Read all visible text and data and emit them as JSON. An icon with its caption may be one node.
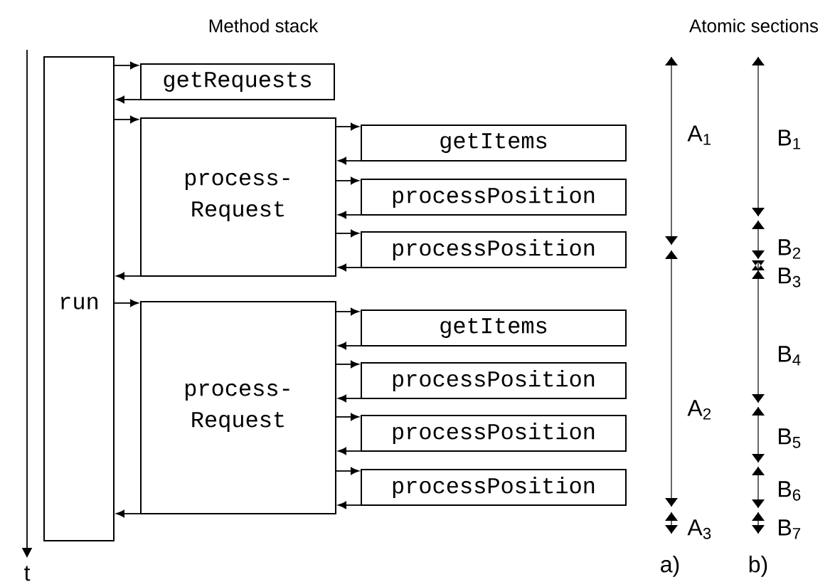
{
  "diagram": {
    "nodes": [
      {
        "text": [
          "run"
        ]
      },
      {
        "text": [
          "getRequests"
        ]
      },
      {
        "text": [
          "process- Request"
        ]
      },
      {
        "text": [
          "getItems"
        ]
      },
      {
        "text": [
          "processPosition"
        ]
      },
      {
        "text": [
          "processPosition"
        ]
      },
      {
        "text": [
          "process- Request"
        ]
      },
      {
        "text": [
          "getItems"
        ]
      },
      {
        "text": [
          "processPosition"
        ]
      },
      {
        "text": [
          "processPosition"
        ]
      },
      {
        "text": [
          "processPosition"
        ]
      }
    ],
    "edges": [
      {
        "from": 0,
        "to": 1,
        "arrow": "to"
      },
      {
        "from": 1,
        "to": 0,
        "arrow": "to"
      },
      {
        "from": 0,
        "to": 2,
        "arrow": "to"
      },
      {
        "from": 2,
        "to": 3,
        "arrow": "to"
      },
      {
        "from": 3,
        "to": 2,
        "arrow": "to"
      },
      {
        "from": 2,
        "to": 4,
        "arrow": "to"
      },
      {
        "from": 4,
        "to": 2,
        "arrow": "to"
      },
      {
        "from": 2,
        "to": 5,
        "arrow": "to"
      },
      {
        "from": 5,
        "to": 2,
        "arrow": "to"
      },
      {
        "from": 2,
        "to": 0,
        "arrow": "to"
      },
      {
        "from": 0,
        "to": 6,
        "arrow": "to"
      },
      {
        "from": 6,
        "to": 7,
        "arrow": "to"
      },
      {
        "from": 7,
        "to": 6,
        "arrow": "to"
      },
      {
        "from": 6,
        "to": 8,
        "arrow": "to"
      },
      {
        "from": 8,
        "to": 6,
        "arrow": "to"
      },
      {
        "from": 6,
        "to": 9,
        "arrow": "to"
      },
      {
        "from": 9,
        "to": 6,
        "arrow": "to"
      },
      {
        "from": 6,
        "to": 10,
        "arrow": "to"
      },
      {
        "from": 10,
        "to": 6,
        "arrow": "to"
      },
      {
        "from": 6,
        "to": 0,
        "arrow": "to"
      }
    ],
    "labels": [
      "Method stack",
      "Atomic sections",
      "A$_{1}$",
      "B$_{1}$",
      "B$_{2}$",
      "B$_{3}$",
      "B$_{4}$",
      "A$_{2}$",
      "B$_{5}$",
      "B$_{6}$",
      "A$_{3}$",
      "B$_{7}$",
      "t",
      "a)",
      "b)"
    ]
  }
}
